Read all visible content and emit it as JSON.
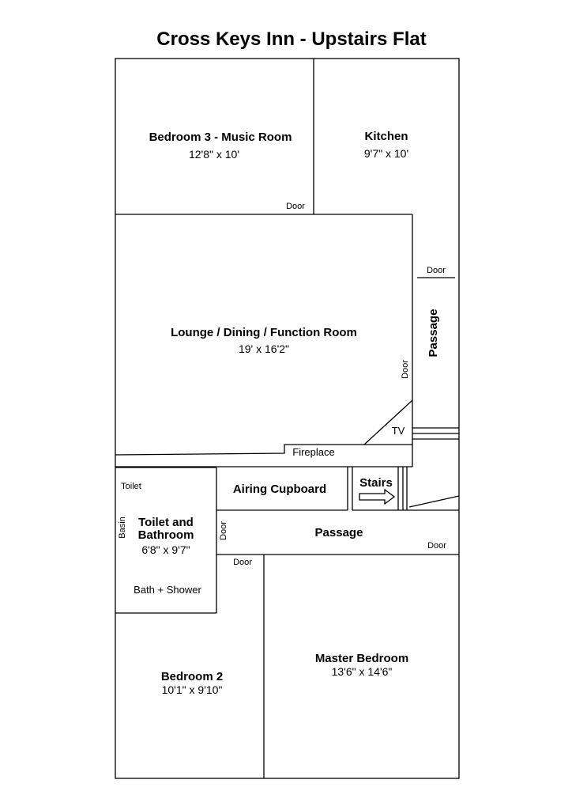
{
  "title": "Cross Keys Inn - Upstairs Flat",
  "rooms": {
    "bedroom3": {
      "name": "Bedroom 3 - Music Room",
      "size": "12'8\" x 10'"
    },
    "kitchen": {
      "name": "Kitchen",
      "size": "9'7\" x 10'"
    },
    "lounge": {
      "name": "Lounge / Dining / Function Room",
      "size": "19' x 16'2\""
    },
    "airing_cupboard": {
      "name": "Airing Cupboard"
    },
    "stairs": {
      "name": "Stairs"
    },
    "toilet_bathroom": {
      "name_line1": "Toilet and",
      "name_line2": "Bathroom",
      "size": "6'8\" x 9'7\""
    },
    "passage_upper": {
      "name": "Passage"
    },
    "passage_lower": {
      "name": "Passage"
    },
    "bedroom2": {
      "name": "Bedroom 2",
      "size": "10'1\" x 9'10\""
    },
    "master_bedroom": {
      "name": "Master Bedroom",
      "size": "13'6\" x 14'6\""
    }
  },
  "labels": {
    "door_bedroom3": "Door",
    "door_kitchen": "Door",
    "door_lounge": "Door",
    "door_bathroom": "Door",
    "door_bedroom2": "Door",
    "door_passage": "Door",
    "tv": "TV",
    "fireplace": "Fireplace",
    "toilet": "Toilet",
    "basin": "Basin",
    "bath_shower": "Bath + Shower"
  }
}
